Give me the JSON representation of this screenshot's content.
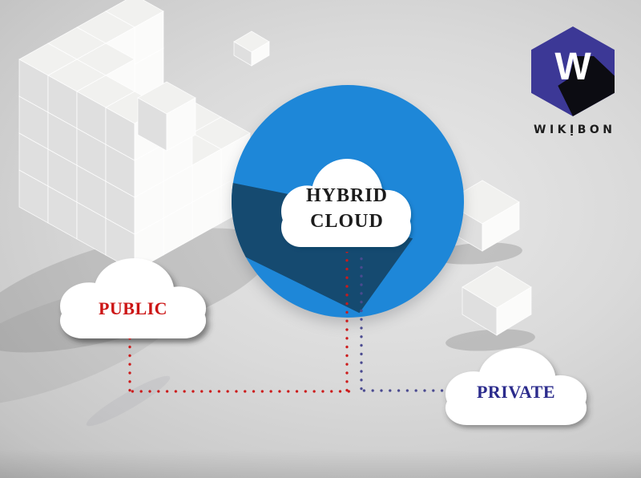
{
  "title": "Hybrid cloud concept diagram",
  "hybrid": {
    "line1": "HYBRID",
    "line2": "CLOUD"
  },
  "public": {
    "label": "PUBLIC"
  },
  "private": {
    "label": "PRIVATE"
  },
  "logo": {
    "monogram": "W",
    "wordmark": "WIKỊBON"
  },
  "connections": [
    {
      "from": "PUBLIC",
      "to": "HYBRID CLOUD",
      "style": "dotted",
      "color": "red"
    },
    {
      "from": "HYBRID CLOUD",
      "to": "PRIVATE",
      "style": "dotted",
      "color": "blue"
    }
  ],
  "colors": {
    "circle_blue": "#1e87d8",
    "circle_shadow": "#154a70",
    "cloud_white": "#ffffff",
    "text_dark": "#1c1c1c",
    "public_red": "#cc1515",
    "private_navy": "#2b2b8c",
    "dot_red": "#cc1a1a",
    "dot_blue": "#4a4a90",
    "logo_purple": "#3c3896",
    "logo_black": "#0c0c12",
    "wordmark_dark": "#1d1d1d"
  }
}
